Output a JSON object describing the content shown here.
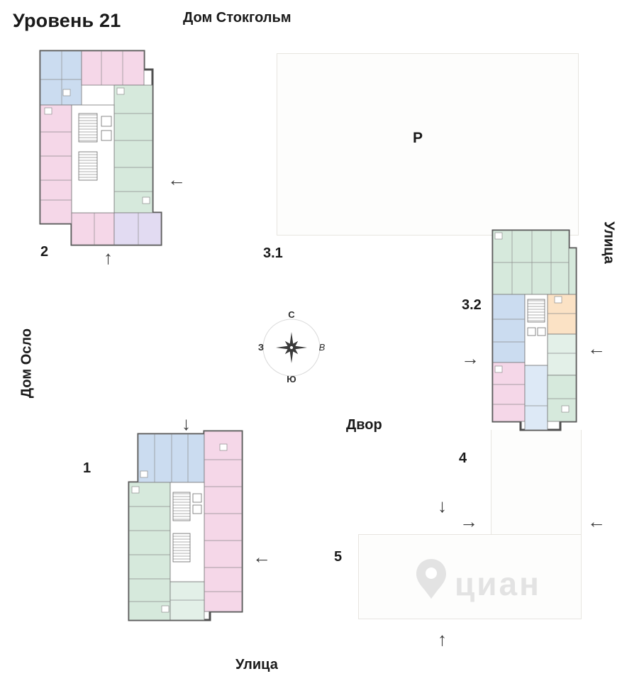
{
  "page": {
    "title": "Уровень 21",
    "house_top": "Дом Стокгольм",
    "house_left": "Дом Осло",
    "street_right": "Улица",
    "street_bottom": "Улица",
    "courtyard": "Двор",
    "watermark": "циан"
  },
  "buildings": {
    "b1": "1",
    "b2": "2",
    "b31": "3.1",
    "b32": "3.2",
    "b4": "4",
    "b5": "5",
    "parking_mark": "Р"
  },
  "compass": {
    "north": "С",
    "east": "В",
    "south": "Ю",
    "west": "З"
  },
  "icons": {
    "arrow_left": "←",
    "arrow_right": "→",
    "arrow_up": "↑",
    "arrow_down": "↓"
  },
  "palette": {
    "wall": "#4f4f4f",
    "unit_blue": "#cbdcf0",
    "unit_pink": "#f5d7e8",
    "unit_green": "#d6e9dc",
    "unit_purple": "#e2dbf2",
    "unit_orange": "#fbe2c5",
    "unit_blue_light": "#dde9f6",
    "unit_green_light": "#e3f0e8",
    "area_border": "#e7e5e0",
    "watermark_gray": "#e3e3e3"
  }
}
